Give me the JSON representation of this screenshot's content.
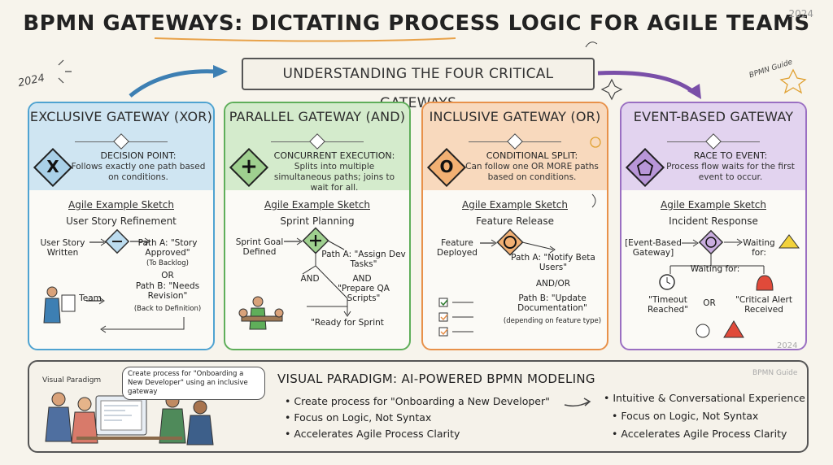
{
  "header": {
    "title": "BPMN GATEWAYS: DICTATING PROCESS LOGIC FOR AGILE TEAMS",
    "year_top_right": "2024",
    "year_left": "2024",
    "bpmn_guide_top": "BPMN Guide",
    "subtitle": "UNDERSTANDING THE FOUR CRITICAL GATEWAYS"
  },
  "cards": {
    "xor": {
      "header": "EXCLUSIVE GATEWAY (XOR)",
      "symbol": "X",
      "def_title": "DECISION POINT:",
      "def_desc": "Follows exactly one path based on conditions.",
      "example_title": "Agile Example Sketch",
      "example_subtitle": "User Story Refinement",
      "start": "User Story Written",
      "path_a": "Path A: \"Story Approved\"",
      "path_a_note": "(To Backlog)",
      "or": "OR",
      "path_b": "Path B: \"Needs Revision\"",
      "path_b_note": "(Back to Definition)",
      "team": "Team"
    },
    "and": {
      "header": "PARALLEL GATEWAY (AND)",
      "symbol": "+",
      "def_title": "CONCURRENT EXECUTION:",
      "def_desc": "Splits into multiple simultaneous paths; joins to wait for all.",
      "example_title": "Agile Example Sketch",
      "example_subtitle": "Sprint Planning",
      "start": "Sprint Goal Defined",
      "path_a": "Path A: \"Assign Dev Tasks\"",
      "and_left": "AND",
      "and_right": "AND",
      "path_b": "\"Prepare QA Scripts\"",
      "end": "\"Ready for Sprint"
    },
    "or": {
      "header": "INCLUSIVE GATEWAY (OR)",
      "symbol": "O",
      "def_title": "CONDITIONAL SPLIT:",
      "def_desc": "Can follow one OR MORE paths based on conditions.",
      "example_title": "Agile Example Sketch",
      "example_subtitle": "Feature Release",
      "start": "Feature Deployed",
      "path_a": "Path A: \"Notify Beta Users\"",
      "andor": "AND/OR",
      "path_b": "Path B: \"Update Documentation\"",
      "path_b_note": "(depending on feature type)"
    },
    "event": {
      "header": "EVENT-BASED GATEWAY",
      "def_title": "RACE TO EVENT:",
      "def_desc": "Process flow waits for the first event to occur.",
      "example_title": "Agile Example Sketch",
      "example_subtitle": "Incident Response",
      "start": "[Event-Based Gateway]",
      "waiting_top": "Waiting for:",
      "waiting_mid": "Waiting for:",
      "timeout": "\"Timeout Reached\"",
      "or": "OR",
      "alert": "\"Critical Alert Received",
      "year": "2024"
    }
  },
  "bottom": {
    "brand": "Visual Paradigm",
    "speech": "Create process for \"Onboarding a New Developer\" using an inclusive gateway",
    "title": "VISUAL PARADIGM: AI-POWERED BPMN MODELING",
    "bpmn_guide": "BPMN Guide",
    "left_bullets": [
      "Create process for \"Onboarding a New Developer\"",
      "Focus on Logic, Not Syntax",
      "Accelerates Agile Process Clarity"
    ],
    "right_bullets": [
      "Intuitive & Conversational Experience",
      "Focus on Logic, Not Syntax",
      "Accelerates Agile Process Clarity"
    ]
  },
  "colors": {
    "xor": "#4fa3d1",
    "xor_bg": "#cfe5f2",
    "and": "#5fae5a",
    "and_bg": "#d4ebcc",
    "or": "#e8914a",
    "or_bg": "#f8d9bd",
    "event": "#9a6fc2",
    "event_bg": "#e2d3ef"
  }
}
